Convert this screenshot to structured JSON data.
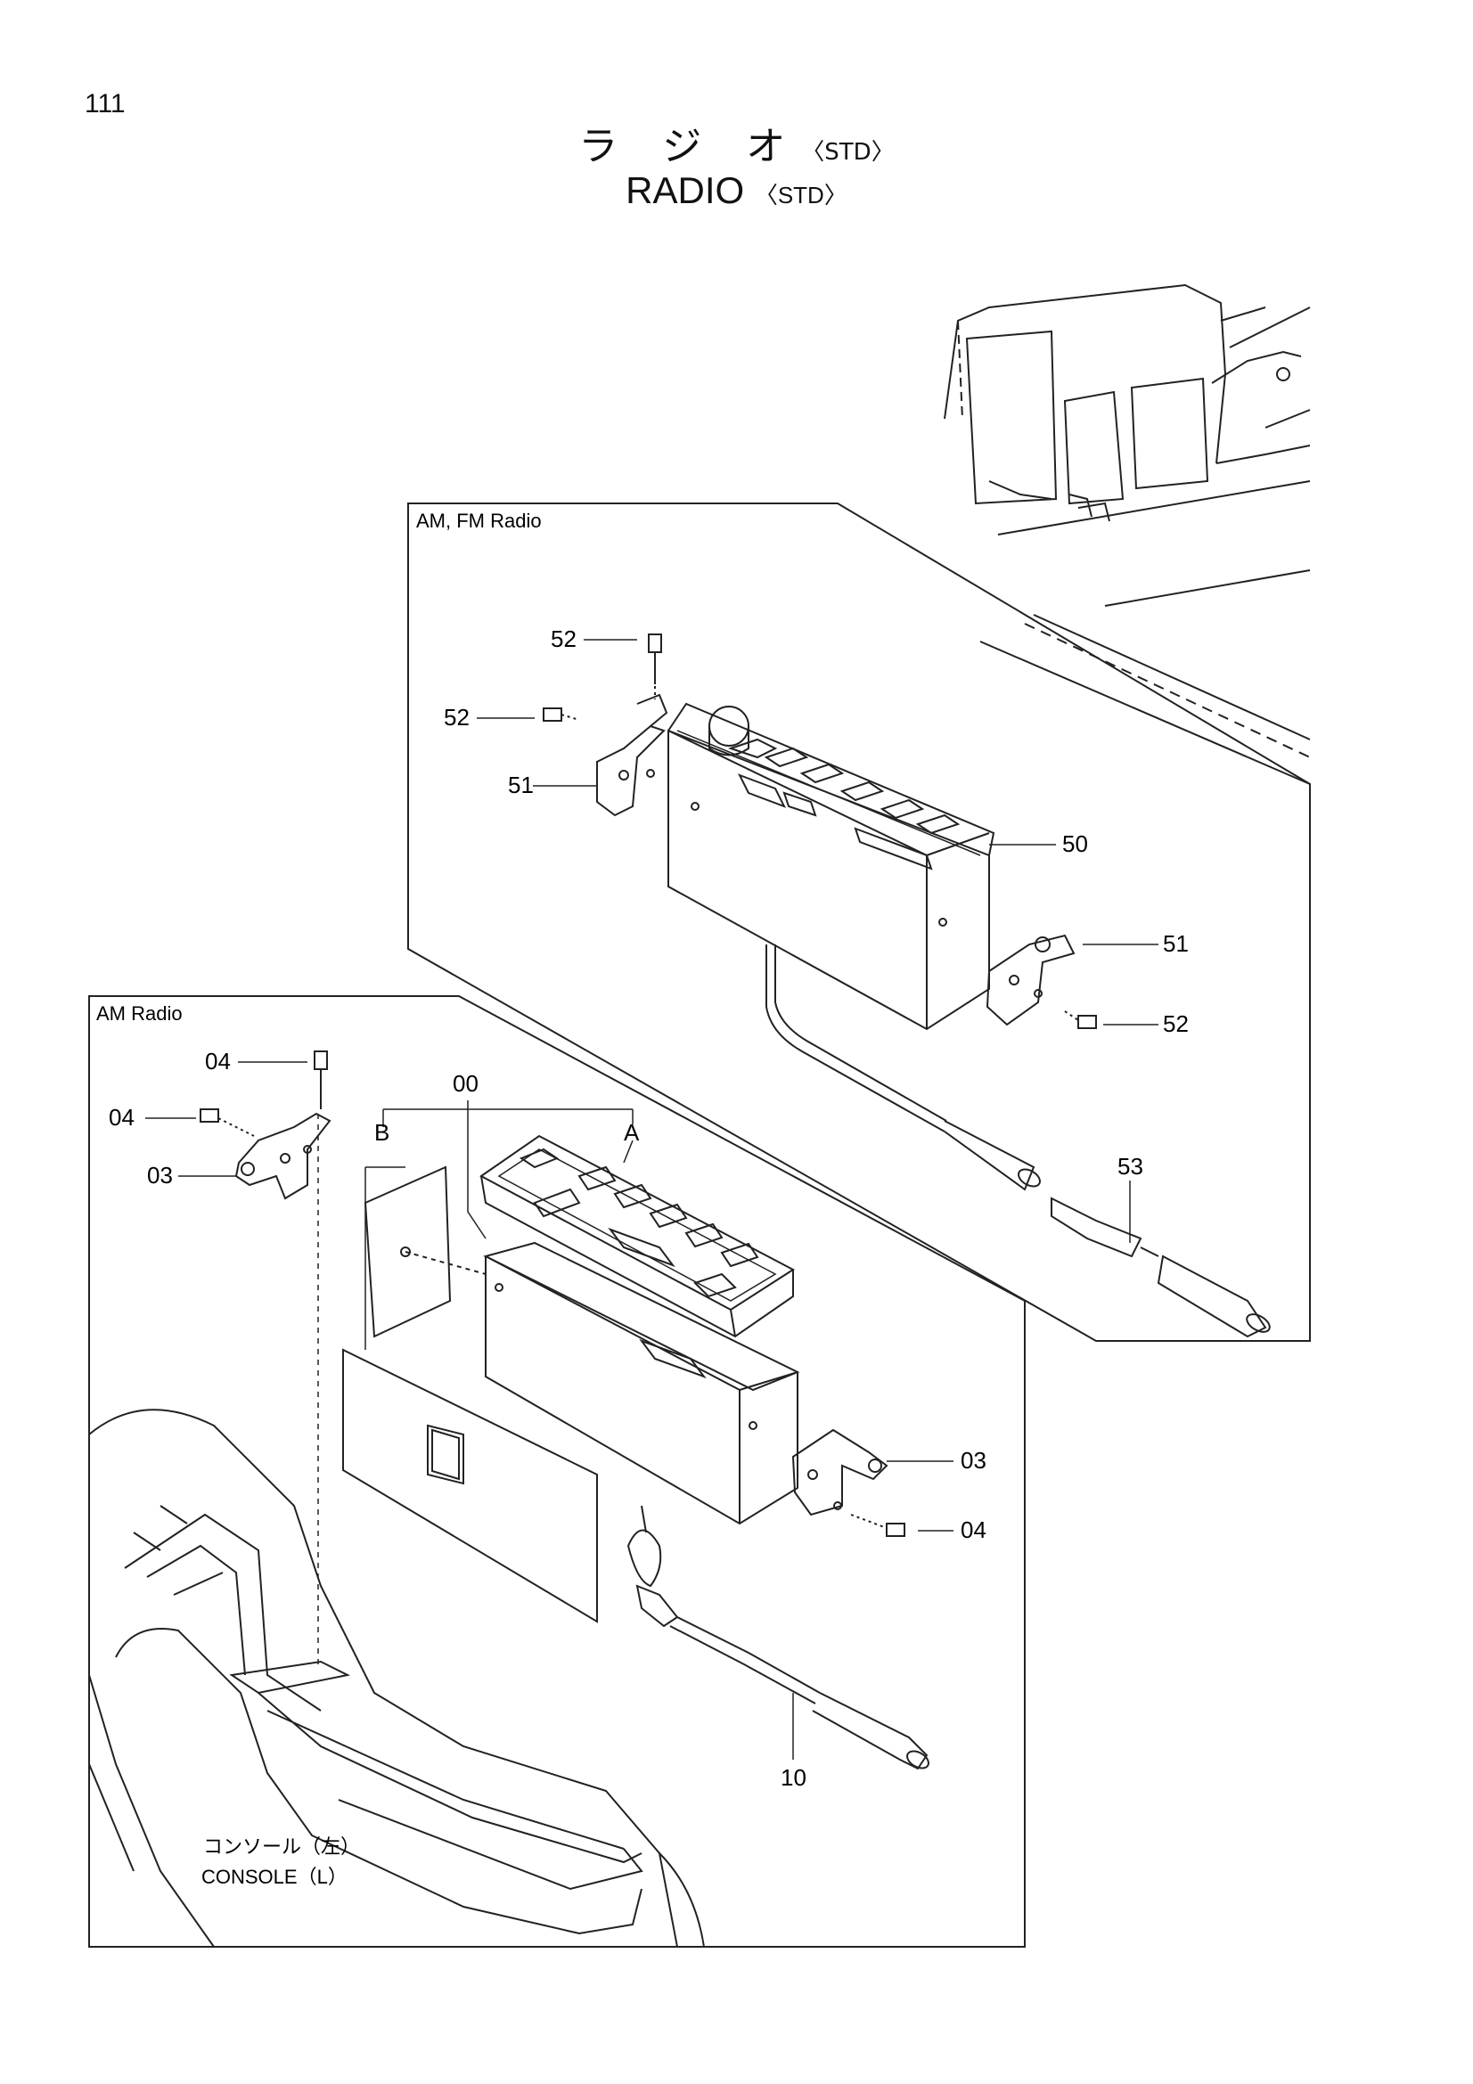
{
  "page_number": "111",
  "title": {
    "japanese": "ラ ジ オ",
    "english": "RADIO",
    "variant": "〈STD〉"
  },
  "panels": {
    "fm": {
      "label": "AM, FM Radio"
    },
    "am": {
      "label": "AM Radio"
    }
  },
  "callouts": {
    "fm": [
      "52",
      "52",
      "51",
      "50",
      "51",
      "52",
      "53"
    ],
    "am": [
      "04",
      "04",
      "03",
      "00",
      "B",
      "A",
      "03",
      "04",
      "10"
    ]
  },
  "console_label": {
    "japanese": "コンソール（左）",
    "english": "CONSOLE（L）"
  }
}
